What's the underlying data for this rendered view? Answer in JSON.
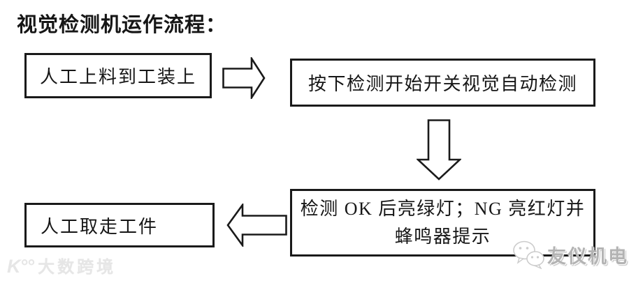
{
  "title": "视觉检测机运作流程：",
  "colors": {
    "ink": "#1a1a1a",
    "background": "#ffffff",
    "watermark_faint": "#e6e6e6",
    "watermark_gray": "#b3b3b3"
  },
  "flow": {
    "step1": {
      "label": "人工上料到工装上"
    },
    "step2": {
      "label": "按下检测开始开关视觉自动检测"
    },
    "step3": {
      "line1": "检测 OK 后亮绿灯；NG 亮红灯并",
      "line2": "蜂鸣器提示"
    },
    "step4": {
      "label": "人工取走工件"
    }
  },
  "arrows": {
    "right": "right-block-arrow-icon",
    "down": "down-block-arrow-icon",
    "left": "left-block-arrow-icon"
  },
  "watermarks": {
    "bottom_left": {
      "logo_text": "K°°",
      "text": "大数跨境"
    },
    "bottom_right": {
      "icon": "wechat-icon",
      "text": "友仪机电"
    }
  }
}
